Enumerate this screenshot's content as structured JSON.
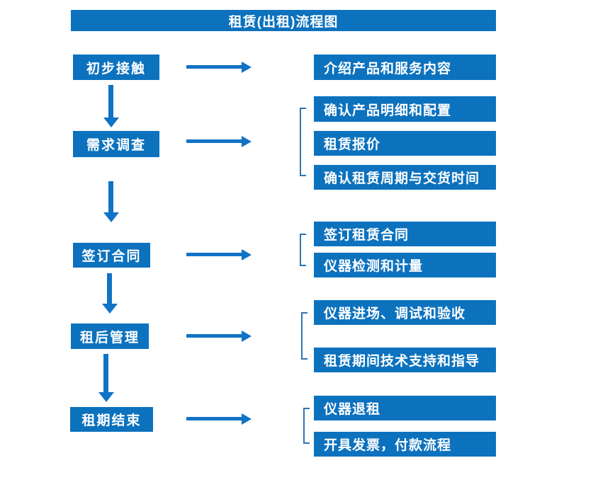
{
  "title": "租赁(出租)流程图",
  "colors": {
    "primary": "#0c72be",
    "arrow": "#1173c5",
    "bracket": "#2e75b6",
    "text_on_primary": "#ffffff",
    "background": "#ffffff"
  },
  "flow": {
    "stages": [
      {
        "label": "初步接触",
        "details": [
          "介绍产品和服务内容"
        ]
      },
      {
        "label": "需求调查",
        "details": [
          "确认产品明细和配置",
          "租赁报价",
          "确认租赁周期与交货时间"
        ]
      },
      {
        "label": "签订合同",
        "details": [
          "签订租赁合同",
          "仪器检测和计量"
        ]
      },
      {
        "label": "租后管理",
        "details": [
          "仪器进场、调试和验收",
          "租赁期间技术支持和指导"
        ]
      },
      {
        "label": "租期结束",
        "details": [
          "仪器退租",
          "开具发票，付款流程"
        ]
      }
    ]
  }
}
